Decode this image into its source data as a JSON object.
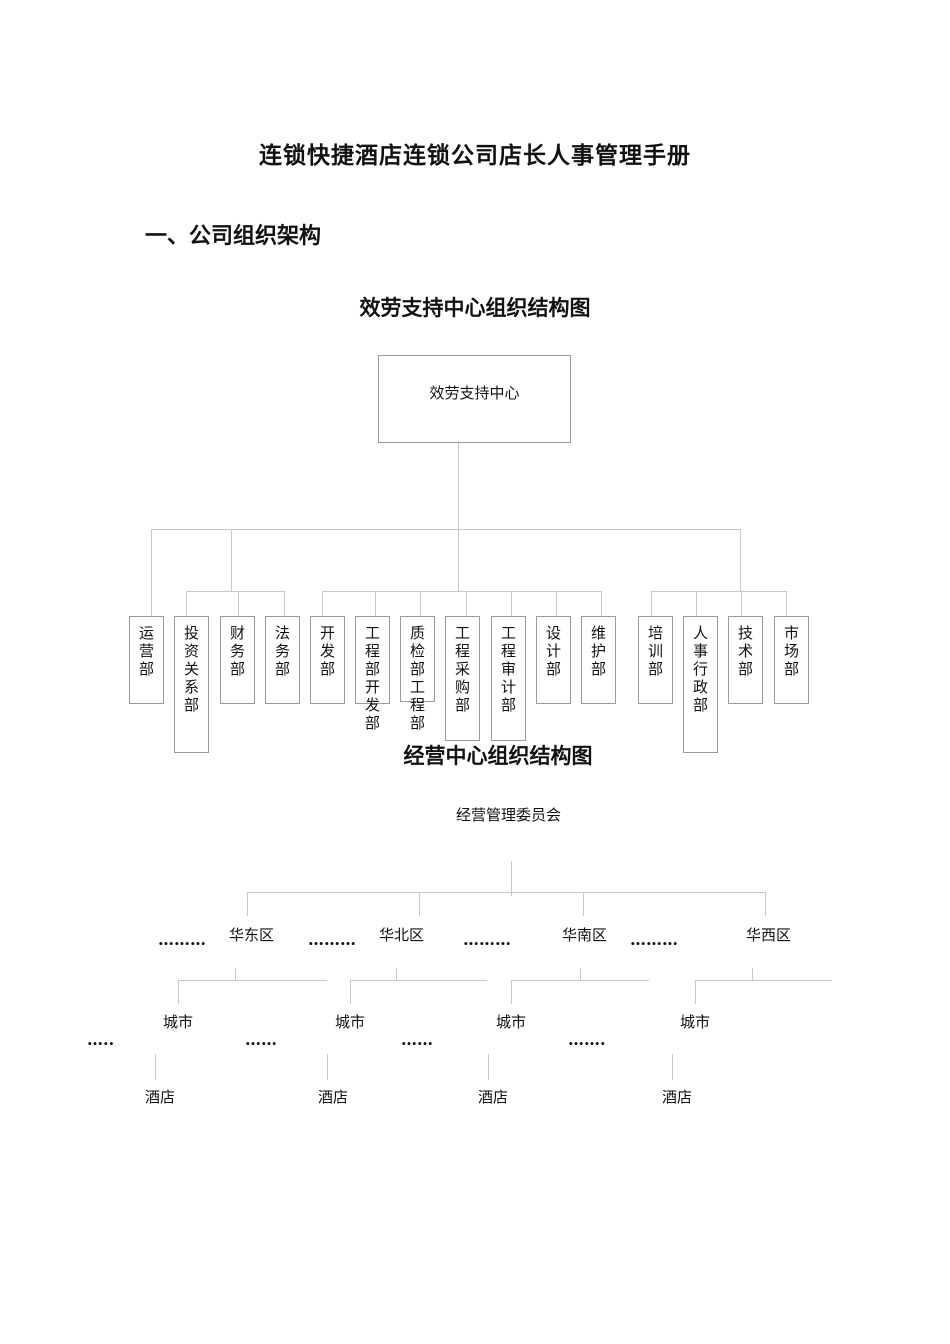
{
  "document": {
    "title": "连锁快捷酒店连锁公司店长人事管理手册",
    "section_heading": "一、公司组织架构"
  },
  "support_chart": {
    "title": "效劳支持中心组织结构图",
    "root": "效劳支持中心",
    "departments": [
      "运营部",
      "投资关系部",
      "财务部",
      "法务部",
      "开发部",
      "工程部开发部",
      "质检部工程部",
      "工程采购部",
      "工程审计部",
      "设计部",
      "维护部",
      "培训部",
      "人事行政部",
      "技术部",
      "市场部"
    ]
  },
  "operations_chart": {
    "title": "经营中心组织结构图",
    "root": "经营管理委员会",
    "regions": [
      "华东区",
      "华北区",
      "华南区",
      "华西区"
    ],
    "city_label": "城市",
    "hotel_label": "酒店",
    "region_dots": [
      "………",
      "………",
      "………",
      "………"
    ],
    "city_dots": [
      "…..",
      "……",
      "……",
      "……."
    ]
  }
}
